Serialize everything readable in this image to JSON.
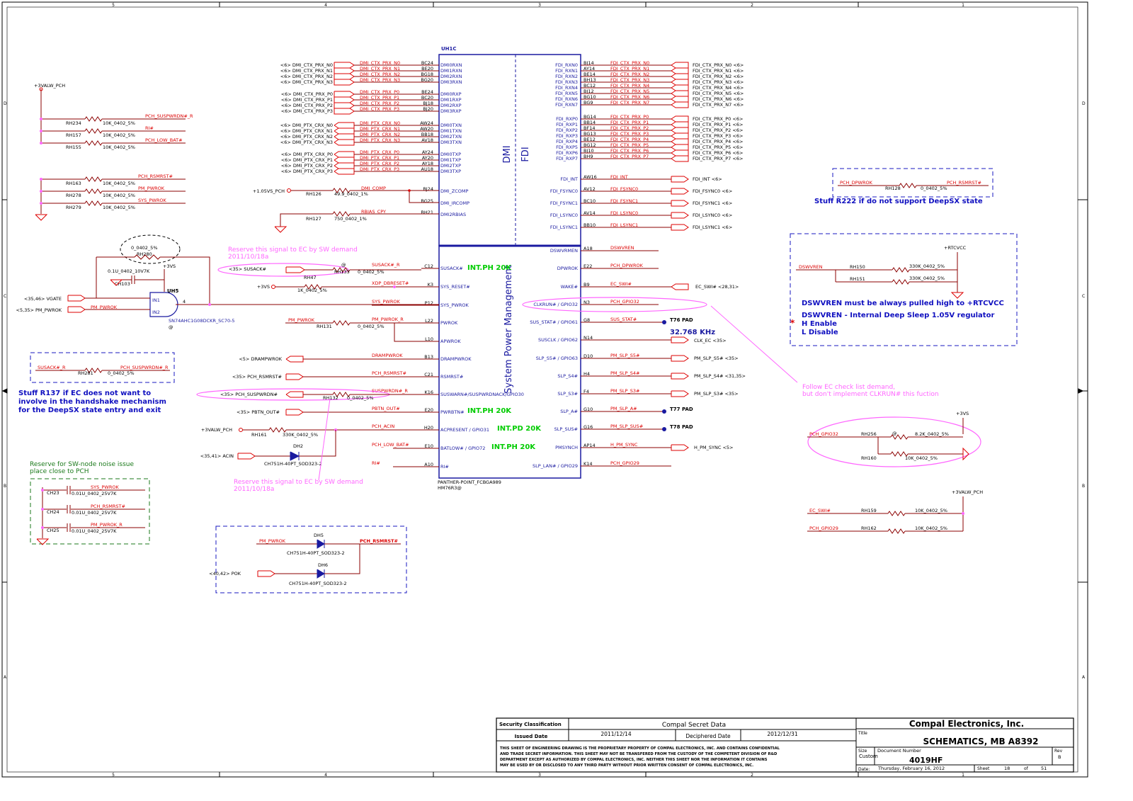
{
  "border_cols": [
    "5",
    "4",
    "3",
    "2",
    "1"
  ],
  "border_rows": [
    "D",
    "C",
    "B",
    "A"
  ],
  "chip": {
    "ref": "UH1C",
    "part": "PANTHER-POINT_FCBGA989",
    "part2": "HM76R3@",
    "block_dmi": "DMI",
    "block_fdi": "FDI",
    "block_spm": "System Power Management"
  },
  "dmi_left": [
    {
      "net": "<6> DMI_CTX_PRX_N0",
      "sig": "DMI_CTX_PRX_N0",
      "ball": "BC24",
      "pin": "DMI0RXN"
    },
    {
      "net": "<6> DMI_CTX_PRX_N1",
      "sig": "DMI_CTX_PRX_N1",
      "ball": "BE20",
      "pin": "DMI1RXN"
    },
    {
      "net": "<6> DMI_CTX_PRX_N2",
      "sig": "DMI_CTX_PRX_N2",
      "ball": "BG18",
      "pin": "DMI2RXN"
    },
    {
      "net": "<6> DMI_CTX_PRX_N3",
      "sig": "DMI_CTX_PRX_N3",
      "ball": "BG20",
      "pin": "DMI3RXN"
    },
    {
      "net": "<6> DMI_CTX_PRX_P0",
      "sig": "DMI_CTX_PRX_P0",
      "ball": "BE24",
      "pin": "DMI0RXP"
    },
    {
      "net": "<6> DMI_CTX_PRX_P1",
      "sig": "DMI_CTX_PRX_P1",
      "ball": "BC20",
      "pin": "DMI1RXP"
    },
    {
      "net": "<6> DMI_CTX_PRX_P2",
      "sig": "DMI_CTX_PRX_P2",
      "ball": "BJ18",
      "pin": "DMI2RXP"
    },
    {
      "net": "<6> DMI_CTX_PRX_P3",
      "sig": "DMI_CTX_PRX_P3",
      "ball": "BJ20",
      "pin": "DMI3RXP"
    },
    {
      "net": "<6> DMI_PTX_CRX_N0",
      "sig": "DMI_PTX_CRX_N0",
      "ball": "AW24",
      "pin": "DMI0TXN"
    },
    {
      "net": "<6> DMI_PTX_CRX_N1",
      "sig": "DMI_PTX_CRX_N1",
      "ball": "AW20",
      "pin": "DMI1TXN"
    },
    {
      "net": "<6> DMI_PTX_CRX_N2",
      "sig": "DMI_PTX_CRX_N2",
      "ball": "BB18",
      "pin": "DMI2TXN"
    },
    {
      "net": "<6> DMI_PTX_CRX_N3",
      "sig": "DMI_PTX_CRX_N3",
      "ball": "AV18",
      "pin": "DMI3TXN"
    },
    {
      "net": "<6> DMI_PTX_CRX_P0",
      "sig": "DMI_PTX_CRX_P0",
      "ball": "AY24",
      "pin": "DMI0TXP"
    },
    {
      "net": "<6> DMI_PTX_CRX_P1",
      "sig": "DMI_PTX_CRX_P1",
      "ball": "AY20",
      "pin": "DMI1TXP"
    },
    {
      "net": "<6> DMI_PTX_CRX_P2",
      "sig": "DMI_PTX_CRX_P2",
      "ball": "AY18",
      "pin": "DMI2TXP"
    },
    {
      "net": "<6> DMI_PTX_CRX_P3",
      "sig": "DMI_PTX_CRX_P3",
      "ball": "AU18",
      "pin": "DMI3TXP"
    }
  ],
  "dmi_misc": [
    {
      "sig": "DMI_COMP",
      "ball": "BJ24",
      "pin": "DMI_ZCOMP"
    },
    {
      "sig": "",
      "ball": "BG25",
      "pin": "DMI_IRCOMP"
    },
    {
      "sig": "RBIAS_CPY",
      "ball": "BH21",
      "pin": "DMI2RBIAS"
    }
  ],
  "dmi_misc_parts": {
    "rail": "+1.05VS_PCH",
    "r1_ref": "RH126",
    "r1_val": "49.9_0402_1%",
    "r2_ref": "RH127",
    "r2_val": "750_0402_1%"
  },
  "fdi_right": [
    {
      "ball": "BJ14",
      "pin": "FDI_RXN0",
      "sig": "FDI_CTX_PRX_N0",
      "net": "FDI_CTX_PRX_N0 <6>"
    },
    {
      "ball": "AY14",
      "pin": "FDI_RXN1",
      "sig": "FDI_CTX_PRX_N1",
      "net": "FDI_CTX_PRX_N1 <6>"
    },
    {
      "ball": "BE14",
      "pin": "FDI_RXN2",
      "sig": "FDI_CTX_PRX_N2",
      "net": "FDI_CTX_PRX_N2 <6>"
    },
    {
      "ball": "BH13",
      "pin": "FDI_RXN3",
      "sig": "FDI_CTX_PRX_N3",
      "net": "FDI_CTX_PRX_N3 <6>"
    },
    {
      "ball": "BC12",
      "pin": "FDI_RXN4",
      "sig": "FDI_CTX_PRX_N4",
      "net": "FDI_CTX_PRX_N4 <6>"
    },
    {
      "ball": "BJ12",
      "pin": "FDI_RXN5",
      "sig": "FDI_CTX_PRX_N5",
      "net": "FDI_CTX_PRX_N5 <6>"
    },
    {
      "ball": "BG10",
      "pin": "FDI_RXN6",
      "sig": "FDI_CTX_PRX_N6",
      "net": "FDI_CTX_PRX_N6 <6>"
    },
    {
      "ball": "BG9",
      "pin": "FDI_RXN7",
      "sig": "FDI_CTX_PRX_N7",
      "net": "FDI_CTX_PRX_N7 <6>"
    },
    {
      "ball": "BG14",
      "pin": "FDI_RXP0",
      "sig": "FDI_CTX_PRX_P0",
      "net": "FDI_CTX_PRX_P0 <6>"
    },
    {
      "ball": "BB14",
      "pin": "FDI_RXP1",
      "sig": "FDI_CTX_PRX_P1",
      "net": "FDI_CTX_PRX_P1 <6>"
    },
    {
      "ball": "BF14",
      "pin": "FDI_RXP2",
      "sig": "FDI_CTX_PRX_P2",
      "net": "FDI_CTX_PRX_P2 <6>"
    },
    {
      "ball": "BG13",
      "pin": "FDI_RXP3",
      "sig": "FDI_CTX_PRX_P3",
      "net": "FDI_CTX_PRX_P3 <6>"
    },
    {
      "ball": "BE12",
      "pin": "FDI_RXP4",
      "sig": "FDI_CTX_PRX_P4",
      "net": "FDI_CTX_PRX_P4 <6>"
    },
    {
      "ball": "BG12",
      "pin": "FDI_RXP5",
      "sig": "FDI_CTX_PRX_P5",
      "net": "FDI_CTX_PRX_P5 <6>"
    },
    {
      "ball": "BJ10",
      "pin": "FDI_RXP6",
      "sig": "FDI_CTX_PRX_P6",
      "net": "FDI_CTX_PRX_P6 <6>"
    },
    {
      "ball": "BH9",
      "pin": "FDI_RXP7",
      "sig": "FDI_CTX_PRX_P7",
      "net": "FDI_CTX_PRX_P7 <6>"
    }
  ],
  "fdi_misc": [
    {
      "ball": "AW16",
      "pin": "FDI_INT",
      "sig": "FDI_INT",
      "net": "FDI_INT <6>"
    },
    {
      "ball": "AV12",
      "pin": "FDI_FSYNC0",
      "sig": "FDI_FSYNC0",
      "net": "FDI_FSYNC0 <6>"
    },
    {
      "ball": "BC10",
      "pin": "FDI_FSYNC1",
      "sig": "FDI_FSYNC1",
      "net": "FDI_FSYNC1 <6>"
    },
    {
      "ball": "AV14",
      "pin": "FDI_LSYNC0",
      "sig": "FDI_LSYNC0",
      "net": "FDI_LSYNC0 <6>"
    },
    {
      "ball": "BB10",
      "pin": "FDI_LSYNC1",
      "sig": "FDI_LSYNC1",
      "net": "FDI_LSYNC1 <6>"
    }
  ],
  "spm_left": [
    {
      "ball": "C12",
      "pin": "SUSACK#",
      "sig": "SUSACK#_R"
    },
    {
      "ball": "K3",
      "pin": "SYS_RESET#",
      "sig": "XDP_DBRESET#"
    },
    {
      "ball": "P12",
      "pin": "SYS_PWROK",
      "sig": "SYS_PWROK"
    },
    {
      "ball": "L22",
      "pin": "PWROK",
      "sig": "PM_PWROK_R"
    },
    {
      "ball": "L10",
      "pin": "APWROK",
      "sig": ""
    },
    {
      "ball": "B13",
      "pin": "DRAMPWROK",
      "sig": "DRAMPWROK"
    },
    {
      "ball": "C21",
      "pin": "RSMRST#",
      "sig": "PCH_RSMRST#"
    },
    {
      "ball": "K16",
      "pin": "SUSWARN#/SUSPWRDNACK/GPIO30",
      "sig": "SUSPWRDN#_R"
    },
    {
      "ball": "E20",
      "pin": "PWRBTN#",
      "sig": "PBTN_OUT#"
    },
    {
      "ball": "H20",
      "pin": "ACPRESENT / GPIO31",
      "sig": "PCH_ACIN"
    },
    {
      "ball": "E10",
      "pin": "BATLOW# / GPIO72",
      "sig": "PCH_LOW_BAT#"
    },
    {
      "ball": "A10",
      "pin": "RI#",
      "sig": "RI#"
    }
  ],
  "spm_right": [
    {
      "ball": "A18",
      "pin": "DSWVRMEN",
      "sig": "DSWVREN",
      "net": ""
    },
    {
      "ball": "E22",
      "pin": "DPWROK",
      "sig": "PCH_DPWROK",
      "net": ""
    },
    {
      "ball": "B9",
      "pin": "WAKE#",
      "sig": "EC_SWI#",
      "net": "EC_SWI# <28,31>"
    },
    {
      "ball": "N3",
      "pin": "CLKRUN# / GPIO32",
      "sig": "PCH_GPIO32",
      "net": ""
    },
    {
      "ball": "G8",
      "pin": "SUS_STAT# / GPIO61",
      "sig": "SUS_STAT#",
      "net": "T76   PAD"
    },
    {
      "ball": "N14",
      "pin": "SUSCLK / GPIO62",
      "sig": "",
      "net": "CLK_EC  <35>"
    },
    {
      "ball": "D10",
      "pin": "SLP_S5# / GPIO63",
      "sig": "PM_SLP_S5#",
      "net": "PM_SLP_S5# <35>"
    },
    {
      "ball": "H4",
      "pin": "SLP_S4#",
      "sig": "PM_SLP_S4#",
      "net": "PM_SLP_S4# <31,35>"
    },
    {
      "ball": "F4",
      "pin": "SLP_S3#",
      "sig": "PM_SLP_S3#",
      "net": "PM_SLP_S3# <35>"
    },
    {
      "ball": "G10",
      "pin": "SLP_A#",
      "sig": "PM_SLP_A#",
      "net": "T77   PAD"
    },
    {
      "ball": "G16",
      "pin": "SLP_SUS#",
      "sig": "PM_SLP_SUS#",
      "net": "T78   PAD"
    },
    {
      "ball": "AP14",
      "pin": "PMSYNCH",
      "sig": "H_PM_SYNC",
      "net": "H_PM_SYNC  <5>"
    },
    {
      "ball": "K14",
      "pin": "SLP_LAN# / GPIO29",
      "sig": "PCH_GPIO29",
      "net": ""
    }
  ],
  "int_labels": [
    "INT.PH 20K",
    "INT.PH 20K",
    "INT.PD 20K",
    "INT.PH 20K"
  ],
  "freq_label": "32.768 KHz",
  "left_pullups": {
    "rail": "+3VALW_PCH",
    "rows": [
      {
        "ref": "RH234",
        "val": "10K_0402_5%",
        "sig": "PCH_SUSPWRDN#_R"
      },
      {
        "ref": "RH157",
        "val": "10K_0402_5%",
        "sig": "RI#"
      },
      {
        "ref": "RH155",
        "val": "10K_0402_5%",
        "sig": "PCH_LOW_BAT#"
      }
    ]
  },
  "left_pulldowns": {
    "rows": [
      {
        "ref": "RH163",
        "val": "10K_0402_5%",
        "sig": "PCH_RSMRST#"
      },
      {
        "ref": "RH278",
        "val": "10K_0402_5%",
        "sig": "PM_PWROK"
      },
      {
        "ref": "RH279",
        "val": "10K_0402_5%",
        "sig": "SYS_PWROK"
      }
    ]
  },
  "and_gate": {
    "ref": "UH5",
    "part": "SN74AHC1G08DCKR_SC70-5",
    "at": "@",
    "in1": "IN1",
    "in2": "IN2",
    "pin_out": "4",
    "vgate": "<35,46>  VGATE",
    "pmpwrok": "<5,35> PM_PWROK",
    "pmpwrok_sig": "PM_PWROK",
    "rail": "+3VS",
    "cap_ref": "CH103",
    "cap_val": "0.1U_0402_10V7K",
    "bypass_ref": "RH280",
    "bypass_val": "0_0402_5%"
  },
  "susack": {
    "net": "<35> SUSACK#",
    "ref": "RH133",
    "val": "0_0402_5%",
    "at": "@",
    "rail": "+3VS",
    "r47_ref": "RH47",
    "r47_val": "1K_0402_5%"
  },
  "pwrok_res": {
    "sig": "PM_PWROK",
    "ref": "RH131",
    "val": "0_0402_5%"
  },
  "mid_nets": {
    "dram": "<5> DRAMPWROK",
    "rsmrst": "<35> PCH_RSMRST#",
    "suspwrdn": "<35> PCH_SUSPWRDN#",
    "suspwrdn_ref": "RH132",
    "suspwrdn_val": "0_0402_5%",
    "pbtn": "<35> PBTN_OUT#",
    "acin_rail": "+3VALW_PCH",
    "acin_ref": "RH161",
    "acin_val": "330K_0402_5%",
    "acin_net": "<35,41>   ACIN",
    "diode_ref": "DH2",
    "diode_part": "CH751H-40PT_SOD323-2"
  },
  "stuff_box": {
    "sig_l": "SUSACK#_R",
    "ref": "RH281",
    "val": "0_0402_5%",
    "sig_r": "PCH_SUSPWRDN#_R",
    "note": [
      "Stuff R137 if EC does not want to",
      "involve in the handshake mechanism",
      "for the DeepSX state entry and exit"
    ]
  },
  "noise_box": {
    "title": [
      "Reserve for SW-node noise issue",
      "place close to PCH"
    ],
    "rows": [
      {
        "ref": "CH23",
        "val": "0.01U_0402_25V7K",
        "sig": "SYS_PWROK"
      },
      {
        "ref": "CH24",
        "val": "0.01U_0402_25V7K",
        "sig": "PCH_RSMRST#"
      },
      {
        "ref": "CH25",
        "val": "0.01U_0402_25V7K",
        "sig": "PM_PWROK_R"
      }
    ]
  },
  "diode_box": {
    "in1": "PM_PWROK",
    "d1_ref": "DH5",
    "d1_part": "CH751H-40PT_SOD323-2",
    "out": "PCH_RSMRST#",
    "net2": "<40,42>    POK",
    "d2_ref": "DH6",
    "d2_part": "CH751H-40PT_SOD323-2"
  },
  "notes": {
    "reserve_ec_top": [
      "Reserve this signal to EC by SW demand",
      "2011/10/18a"
    ],
    "reserve_ec_bottom": [
      "Reserve this signal to EC by SW demand",
      "2011/10/18a"
    ],
    "follow_ec": [
      "Follow EC check list demand,",
      "but don't implement CLKRUN# this fuction"
    ]
  },
  "dpwrok_box": {
    "sig": "PCH_DPWROK",
    "ref": "RH128",
    "val": "0_0402_5%",
    "out": "PCH_RSMRST#",
    "note": "Stuff R222 if do not support DeepSX state"
  },
  "dswvren_box": {
    "rail": "+RTCVCC",
    "sig": "DSWVREN",
    "r1_ref": "RH150",
    "r1_val": "330K_0402_5%",
    "r2_ref": "RH151",
    "r2_val": "330K_0402_5%",
    "lines": [
      "DSWVREN must be always pulled high to +RTCVCC",
      "DSWVREN - Internal Deep Sleep 1.05V regulator",
      "H  Enable",
      "L  Disable"
    ],
    "star": "*"
  },
  "gpio32_block": {
    "rail": "+3VS",
    "sig": "PCH_GPIO32",
    "r1_ref": "RH256",
    "r1_val": "8.2K_0402_5%",
    "at": "@",
    "r2_ref": "RH160",
    "r2_val": "10K_0402_5%"
  },
  "ecswi_block": {
    "rail": "+3VALW_PCH",
    "rows": [
      {
        "sig": "EC_SWI#",
        "ref": "RH159",
        "val": "10K_0402_5%"
      },
      {
        "sig": "PCH_GPIO29",
        "ref": "RH162",
        "val": "10K_0402_5%"
      }
    ]
  },
  "title_block": {
    "security_label": "Security Classification",
    "secret": "Compal Secret Data",
    "issued_label": "Issued Date",
    "issued": "2011/12/14",
    "deciphered_label": "Deciphered Date",
    "deciphered": "2012/12/31",
    "title_label": "Title",
    "company": "Compal Electronics, Inc.",
    "schematic_title": "SCHEMATICS, MB A8392",
    "size_label": "Size",
    "size": "Custom",
    "docnum_label": "Document Number",
    "docnum": "4019HF",
    "rev_label": "Rev",
    "rev": "B",
    "date_label": "Date:",
    "date": "Thursday, February 16, 2012",
    "sheet_label": "Sheet",
    "sheet": "18",
    "of_label": "of",
    "total": "51",
    "disclaimer": [
      "THIS SHEET OF ENGINEERING DRAWING IS THE PROPRIETARY PROPERTY OF COMPAL ELECTRONICS, INC. AND CONTAINS CONFIDENTIAL",
      "AND TRADE SECRET INFORMATION. THIS SHEET MAY NOT BE TRANSFERED FROM THE CUSTODY OF THE COMPETENT DIVISION OF R&D",
      "DEPARTMENT EXCEPT AS AUTHORIZED BY COMPAL ELECTRONICS, INC. NEITHER THIS SHEET NOR THE INFORMATION IT CONTAINS",
      "MAY BE USED BY OR DISCLOSED TO ANY THIRD PARTY WITHOUT PRIOR WRITTEN CONSENT OF COMPAL ELECTRONICS, INC."
    ]
  },
  "colors": {
    "wire": "#8b0000",
    "signal": "#dd0000",
    "chip": "#1a1aa0",
    "pin_text": "#1a1aa0",
    "note_blue": "#1010c0",
    "note_green": "#1b7a1b",
    "int_green": "#00cc00",
    "pink": "#ff66ff",
    "black": "#000000",
    "dashed": "#1a1ac0"
  }
}
